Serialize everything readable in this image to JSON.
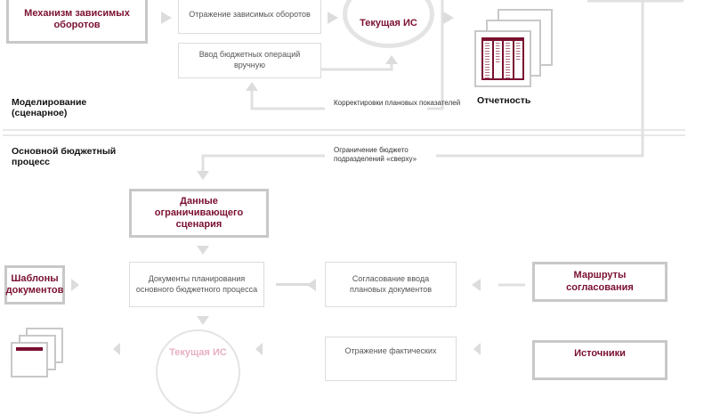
{
  "modeling": {
    "section_label": "Моделирование (сценарное)",
    "dependent_turnover_mechanism": "Механизм зависимых оборотов",
    "dependent_turnover_reflection": "Отражение зависимых оборотов",
    "manual_budget_entry": "Ввод бюджетных операций вручную",
    "current_is": "Текущая ИС",
    "plan_corrections": "Корректировки плановых показателей",
    "reporting": "Отчетность"
  },
  "main_process": {
    "section_label": "Основной бюджетный процесс",
    "top_down_limit": "Ограничение бюджето подразделений «сверху»",
    "limiting_scenario_data": "Данные ограничивающего сценария",
    "document_templates": "Шаблоны документов",
    "planning_documents": "Документы планирования основного бюджетного процесса",
    "approval_of_input": "Согласование ввода плановых документов",
    "approval_routes": "Маршруты согласования",
    "current_is": "Текущая ИС",
    "actual_reflection": "Отражение фактических",
    "sources": "Источники"
  },
  "colors": {
    "accent": "#7a1030",
    "line": "#dcdcdc"
  }
}
